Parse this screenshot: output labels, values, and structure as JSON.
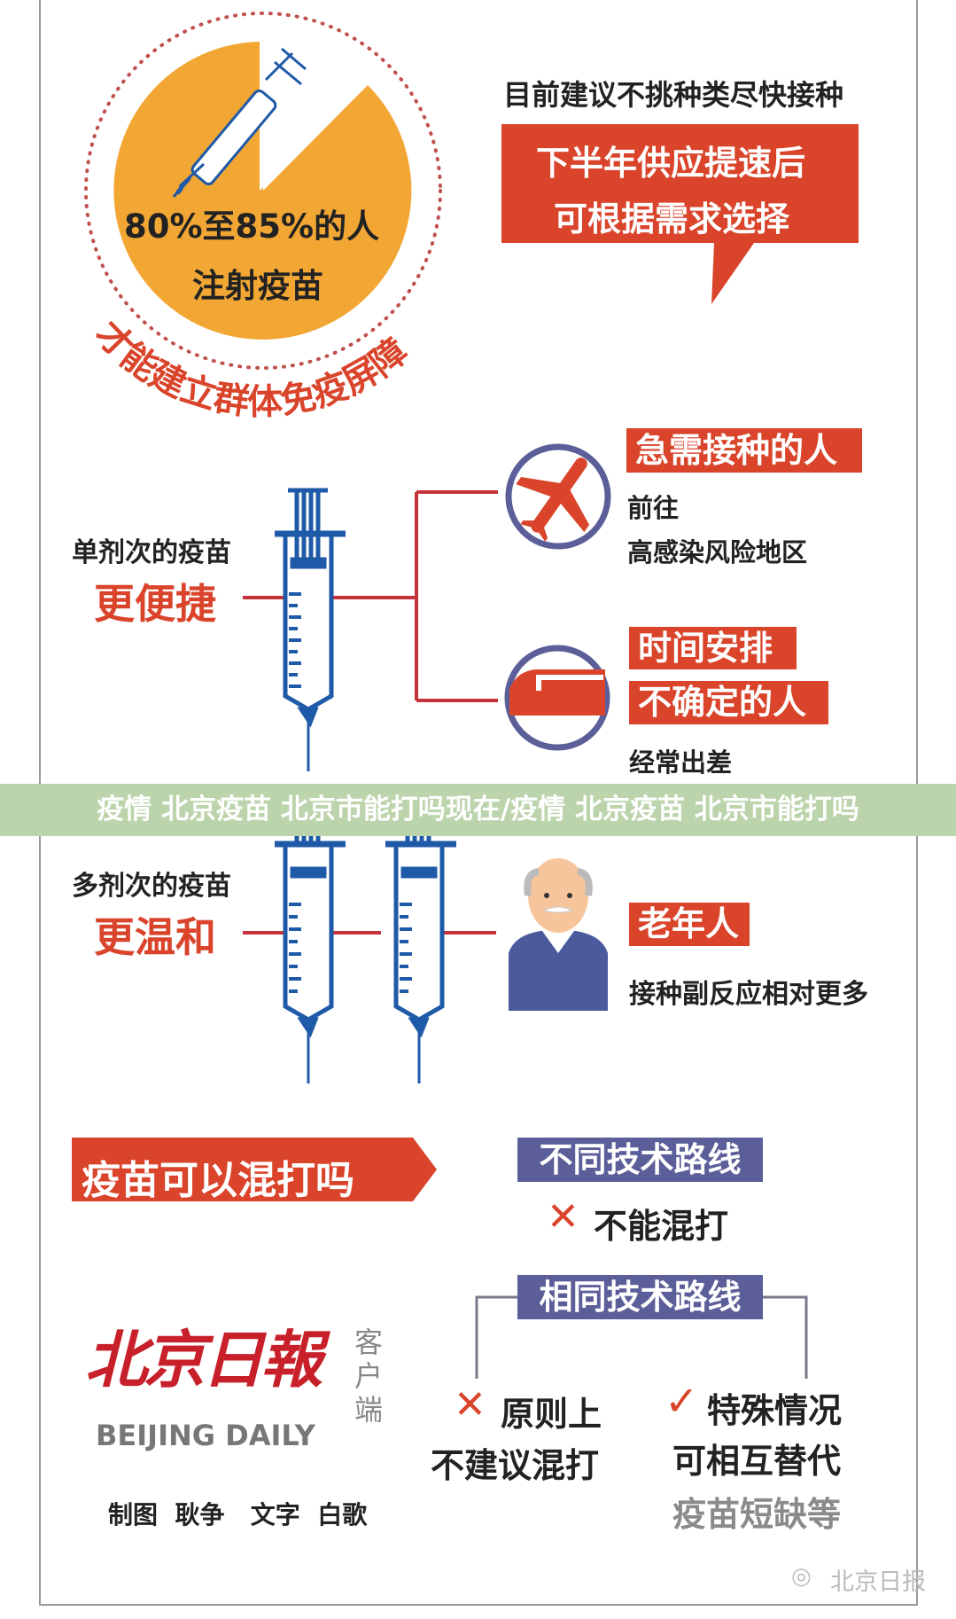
{
  "colors": {
    "red": "#d9442b",
    "orange": "#f2a735",
    "blue": "#1f5aa8",
    "purple": "#5b5e98",
    "banner": "#bcd4ac"
  },
  "top": {
    "circle_line1": "80%至85%的人",
    "circle_line2": "注射疫苗",
    "arc_text": "才能建立群体免疫屏障",
    "advice": "目前建议不挑种类尽快接种",
    "bubble_line1": "下半年供应提速后",
    "bubble_line2": "可根据需求选择"
  },
  "single": {
    "label": "单剂次的疫苗",
    "highlight": "更便捷",
    "group1_tag": "急需接种的人",
    "group1_line1": "前往",
    "group1_line2": "高感染风险地区",
    "group2_tag1": "时间安排",
    "group2_tag2": "不确定的人",
    "group2_line": "经常出差"
  },
  "banner": {
    "text": "疫情 北京疫苗 北京市能打吗现在/疫情 北京疫苗 北京市能打吗"
  },
  "multi": {
    "label": "多剂次的疫苗",
    "highlight": "更温和",
    "group_tag": "老年人",
    "group_line": "接种副反应相对更多"
  },
  "mix": {
    "question": "疫苗可以混打吗",
    "diff_route": "不同技术路线",
    "diff_result": "不能混打",
    "same_route": "相同技术路线",
    "left_line1": "原则上",
    "left_line2": "不建议混打",
    "right_line1": "特殊情况",
    "right_line2": "可相互替代",
    "right_line3": "疫苗短缺等"
  },
  "logo": {
    "cn": "北京日報",
    "en": "BEIJING DAILY",
    "client": "客户端"
  },
  "credits": "制图  耿争   文字  白歌",
  "watermark": "北京日报"
}
